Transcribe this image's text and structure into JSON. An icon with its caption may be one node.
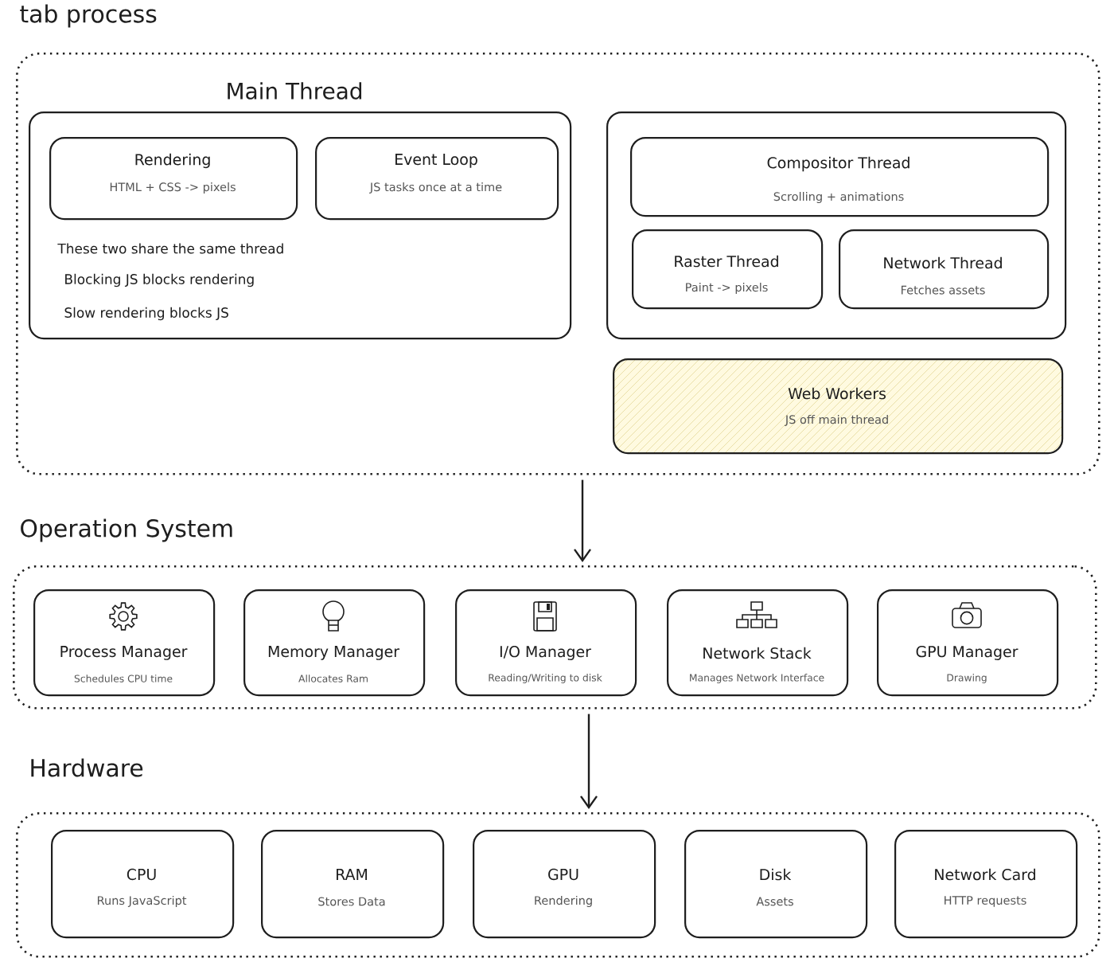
{
  "diagram": {
    "nodes": [
      {
        "text": [
          "tab process"
        ]
      },
      {
        "text": [
          "Main Thread",
          "These two share the same thread",
          "Blocking JS blocks rendering",
          "Slow rendering blocks JS"
        ],
        "in": 0
      },
      {
        "text": [
          "Rendering",
          "HTML + CSS -> pixels"
        ],
        "in": 1
      },
      {
        "text": [
          "Event Loop",
          "JS tasks once at a time"
        ],
        "in": 1
      },
      {
        "text": [],
        "shape": "box",
        "in": 0
      },
      {
        "text": [
          "Compositor Thread",
          "Scrolling + animations"
        ],
        "in": 4
      },
      {
        "text": [
          "Raster Thread",
          "Paint -> pixels"
        ],
        "in": 4
      },
      {
        "text": [
          "Network Thread",
          "Fetches assets"
        ],
        "in": 4
      },
      {
        "text": [
          "Web Workers",
          "JS off main thread"
        ],
        "in": 0
      },
      {
        "text": [
          "Operation System"
        ]
      },
      {
        "text": [
          "Process Manager",
          "Schedules CPU time"
        ],
        "in": 9
      },
      {
        "text": [
          "Memory Manager",
          "Allocates Ram"
        ],
        "in": 9
      },
      {
        "text": [
          "I/O Manager",
          "Reading/Writing to disk"
        ],
        "in": 9
      },
      {
        "text": [
          "Network Stack",
          "Manages Network Interface"
        ],
        "in": 9
      },
      {
        "text": [
          "GPU Manager",
          "Drawing"
        ],
        "in": 9
      },
      {
        "text": [
          "Hardware"
        ]
      },
      {
        "text": [
          "CPU",
          "Runs JavaScript"
        ],
        "in": 15
      },
      {
        "text": [
          "RAM",
          "Stores Data"
        ],
        "in": 15
      },
      {
        "text": [
          "GPU",
          "Rendering"
        ],
        "in": 15
      },
      {
        "text": [
          "Disk",
          "Assets"
        ],
        "in": 15
      },
      {
        "text": [
          "Network Card",
          "HTTP requests"
        ],
        "in": 15
      }
    ],
    "edges": [
      {
        "from": 0,
        "to": 9,
        "arrow": "to"
      },
      {
        "from": 9,
        "to": 15,
        "arrow": "to"
      }
    ]
  }
}
